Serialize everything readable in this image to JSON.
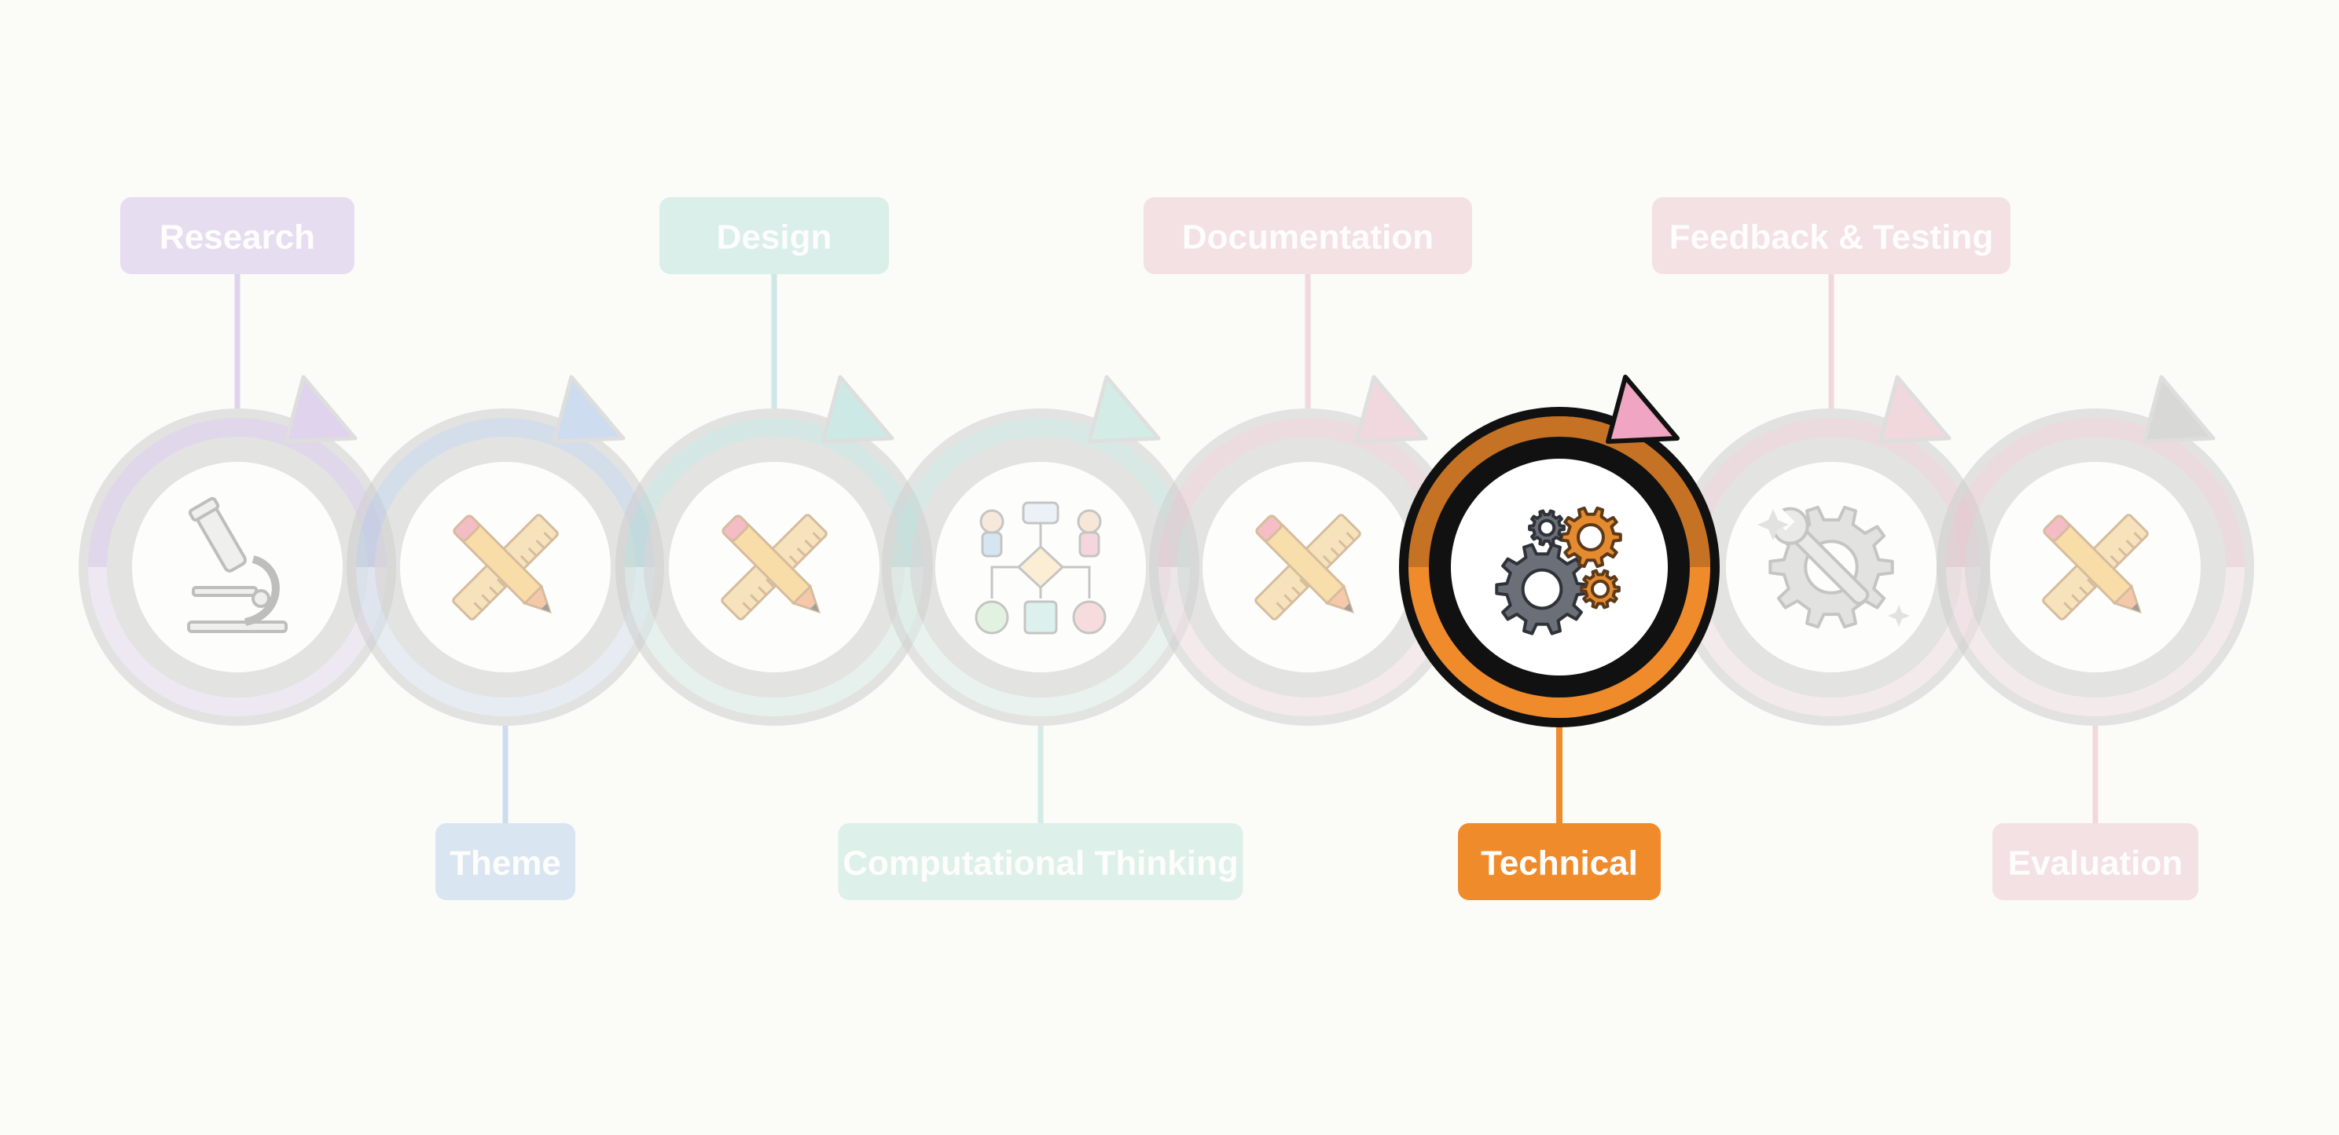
{
  "process": {
    "active_index": 5,
    "active_color": "#f08b2c",
    "stages": [
      {
        "label": "Research",
        "icon": "microscope-icon",
        "label_position": "top",
        "color": "#c9b3e6"
      },
      {
        "label": "Theme",
        "icon": "ruler-pencil-icon",
        "label_position": "bottom",
        "color": "#a9c4e8"
      },
      {
        "label": "Design",
        "icon": "ruler-pencil-icon",
        "label_position": "top",
        "color": "#a9dcd6"
      },
      {
        "label": "Computational Thinking",
        "icon": "flowchart-icon",
        "label_position": "bottom",
        "color": "#b4e0d7"
      },
      {
        "label": "Documentation",
        "icon": "ruler-pencil-icon",
        "label_position": "top",
        "color": "#e8bcc8"
      },
      {
        "label": "Technical",
        "icon": "gears-icon",
        "label_position": "bottom",
        "color": "#f08b2c"
      },
      {
        "label": "Feedback & Testing",
        "icon": "gear-wrench-icon",
        "label_position": "top",
        "color": "#e8bcc8"
      },
      {
        "label": "Evaluation",
        "icon": "ruler-pencil-icon",
        "label_position": "bottom",
        "color": "#e8bcc8"
      }
    ]
  }
}
